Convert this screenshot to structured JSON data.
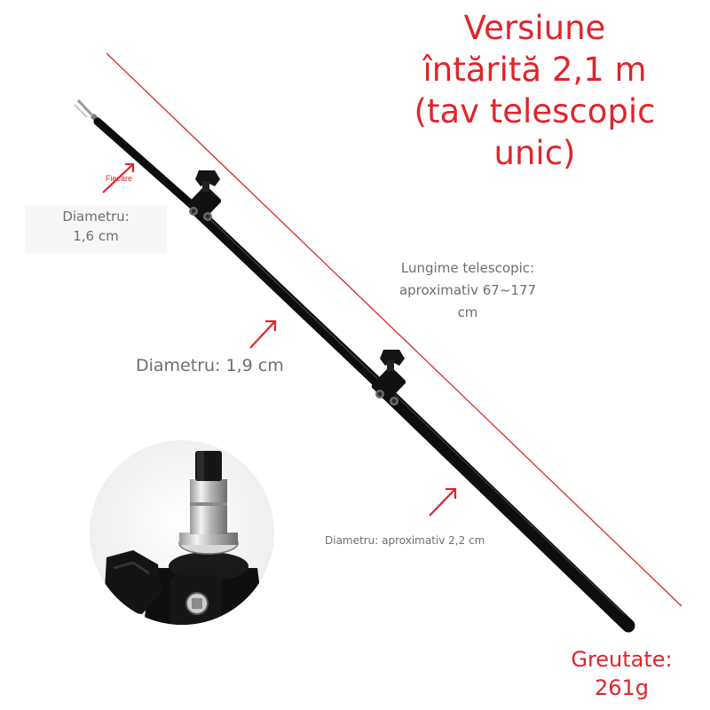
{
  "title": {
    "line1": "Versiune",
    "line2": "întărită 2,1 m",
    "line3": "(tav telescopic",
    "line4": "unic)"
  },
  "annotations": {
    "tip_marker": "Fiecare",
    "tip_diameter_line1": "Diametru:",
    "tip_diameter_line2": "1,6 cm",
    "middle_diameter": "Diametru: 1,9 cm",
    "length_line1": "Lungime telescopic:",
    "length_line2": "aproximativ 67~177",
    "length_line3": "cm",
    "base_diameter": "Diametru: aproximativ 2,2 cm",
    "weight_line1": "Greutate:",
    "weight_line2": "261g"
  },
  "colors": {
    "accent_red": "#e0242b",
    "label_gray": "#6e6e6e",
    "pole_black": "#0d0d0d"
  },
  "icons": {
    "arrow": "red-arrow-icon",
    "clamp": "knob-clamp-icon"
  }
}
